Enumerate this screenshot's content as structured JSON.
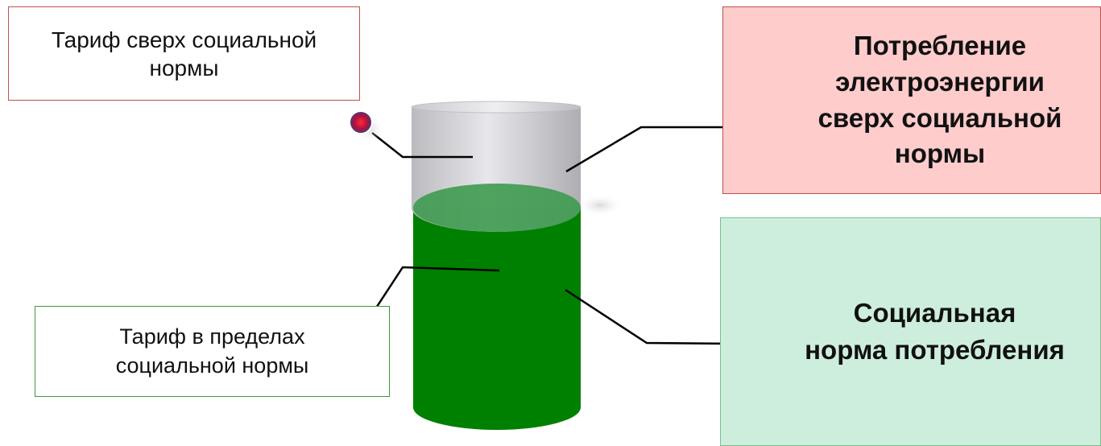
{
  "labels": {
    "tariff_above": "Тариф сверх социальной\nнормы",
    "tariff_within": "Тариф в пределах\nсоциальной нормы",
    "consumption_above": "Потребление\nэлектроэнергии\nсверх социальной\nнормы",
    "social_norm": "Социальная\nнорма потребления"
  },
  "colors": {
    "red_border": "#c0504d",
    "pink_fill": "#ffcccc",
    "green_border": "#3a9a3a",
    "mint_fill": "#cdeedd",
    "cylinder_green": "#008000",
    "cylinder_gray": "#c8c8cc",
    "marker_red": "#c8102e",
    "marker_green": "#1f8a3a",
    "marker_ring": "#3b3f86"
  },
  "icons": [
    "red-marker-icon",
    "green-marker-icon"
  ]
}
